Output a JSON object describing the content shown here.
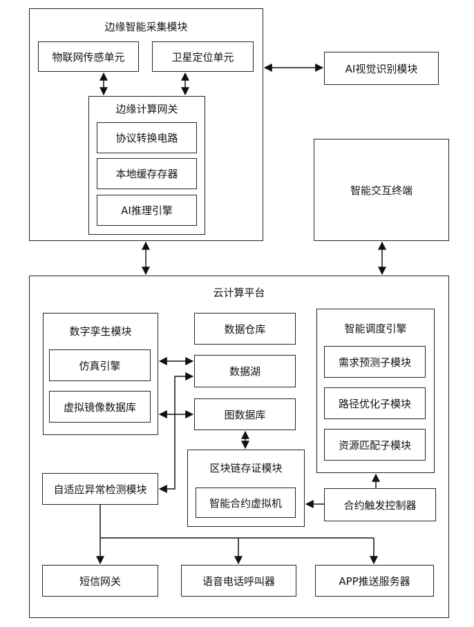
{
  "edge_module": {
    "title": "边缘智能采集模块",
    "iot_unit": "物联网传感单元",
    "gps_unit": "卫星定位单元",
    "gateway": {
      "title": "边缘计算网关",
      "protocol": "协议转换电路",
      "cache": "本地缓存存器",
      "ai_engine": "AI推理引擎"
    }
  },
  "ai_vision": "AI视觉识别模块",
  "smart_terminal": "智能交互终端",
  "cloud": {
    "title": "云计算平台",
    "twin": {
      "title": "数字孪生模块",
      "sim_engine": "仿真引擎",
      "mirror_db": "虚拟镜像数据库"
    },
    "data_warehouse": "数据仓库",
    "data_lake": "数据湖",
    "graph_db": "图数据库",
    "scheduler": {
      "title": "智能调度引擎",
      "demand": "需求预测子模块",
      "path": "路径优化子模块",
      "resource": "资源匹配子模块"
    },
    "blockchain": {
      "title": "区块链存证模块",
      "vm": "智能合约虚拟机"
    },
    "anomaly": "自适应异常检测模块",
    "contract_ctrl": "合约触发控制器",
    "sms": "短信网关",
    "voice": "语音电话呼叫器",
    "app_push": "APP推送服务器"
  }
}
